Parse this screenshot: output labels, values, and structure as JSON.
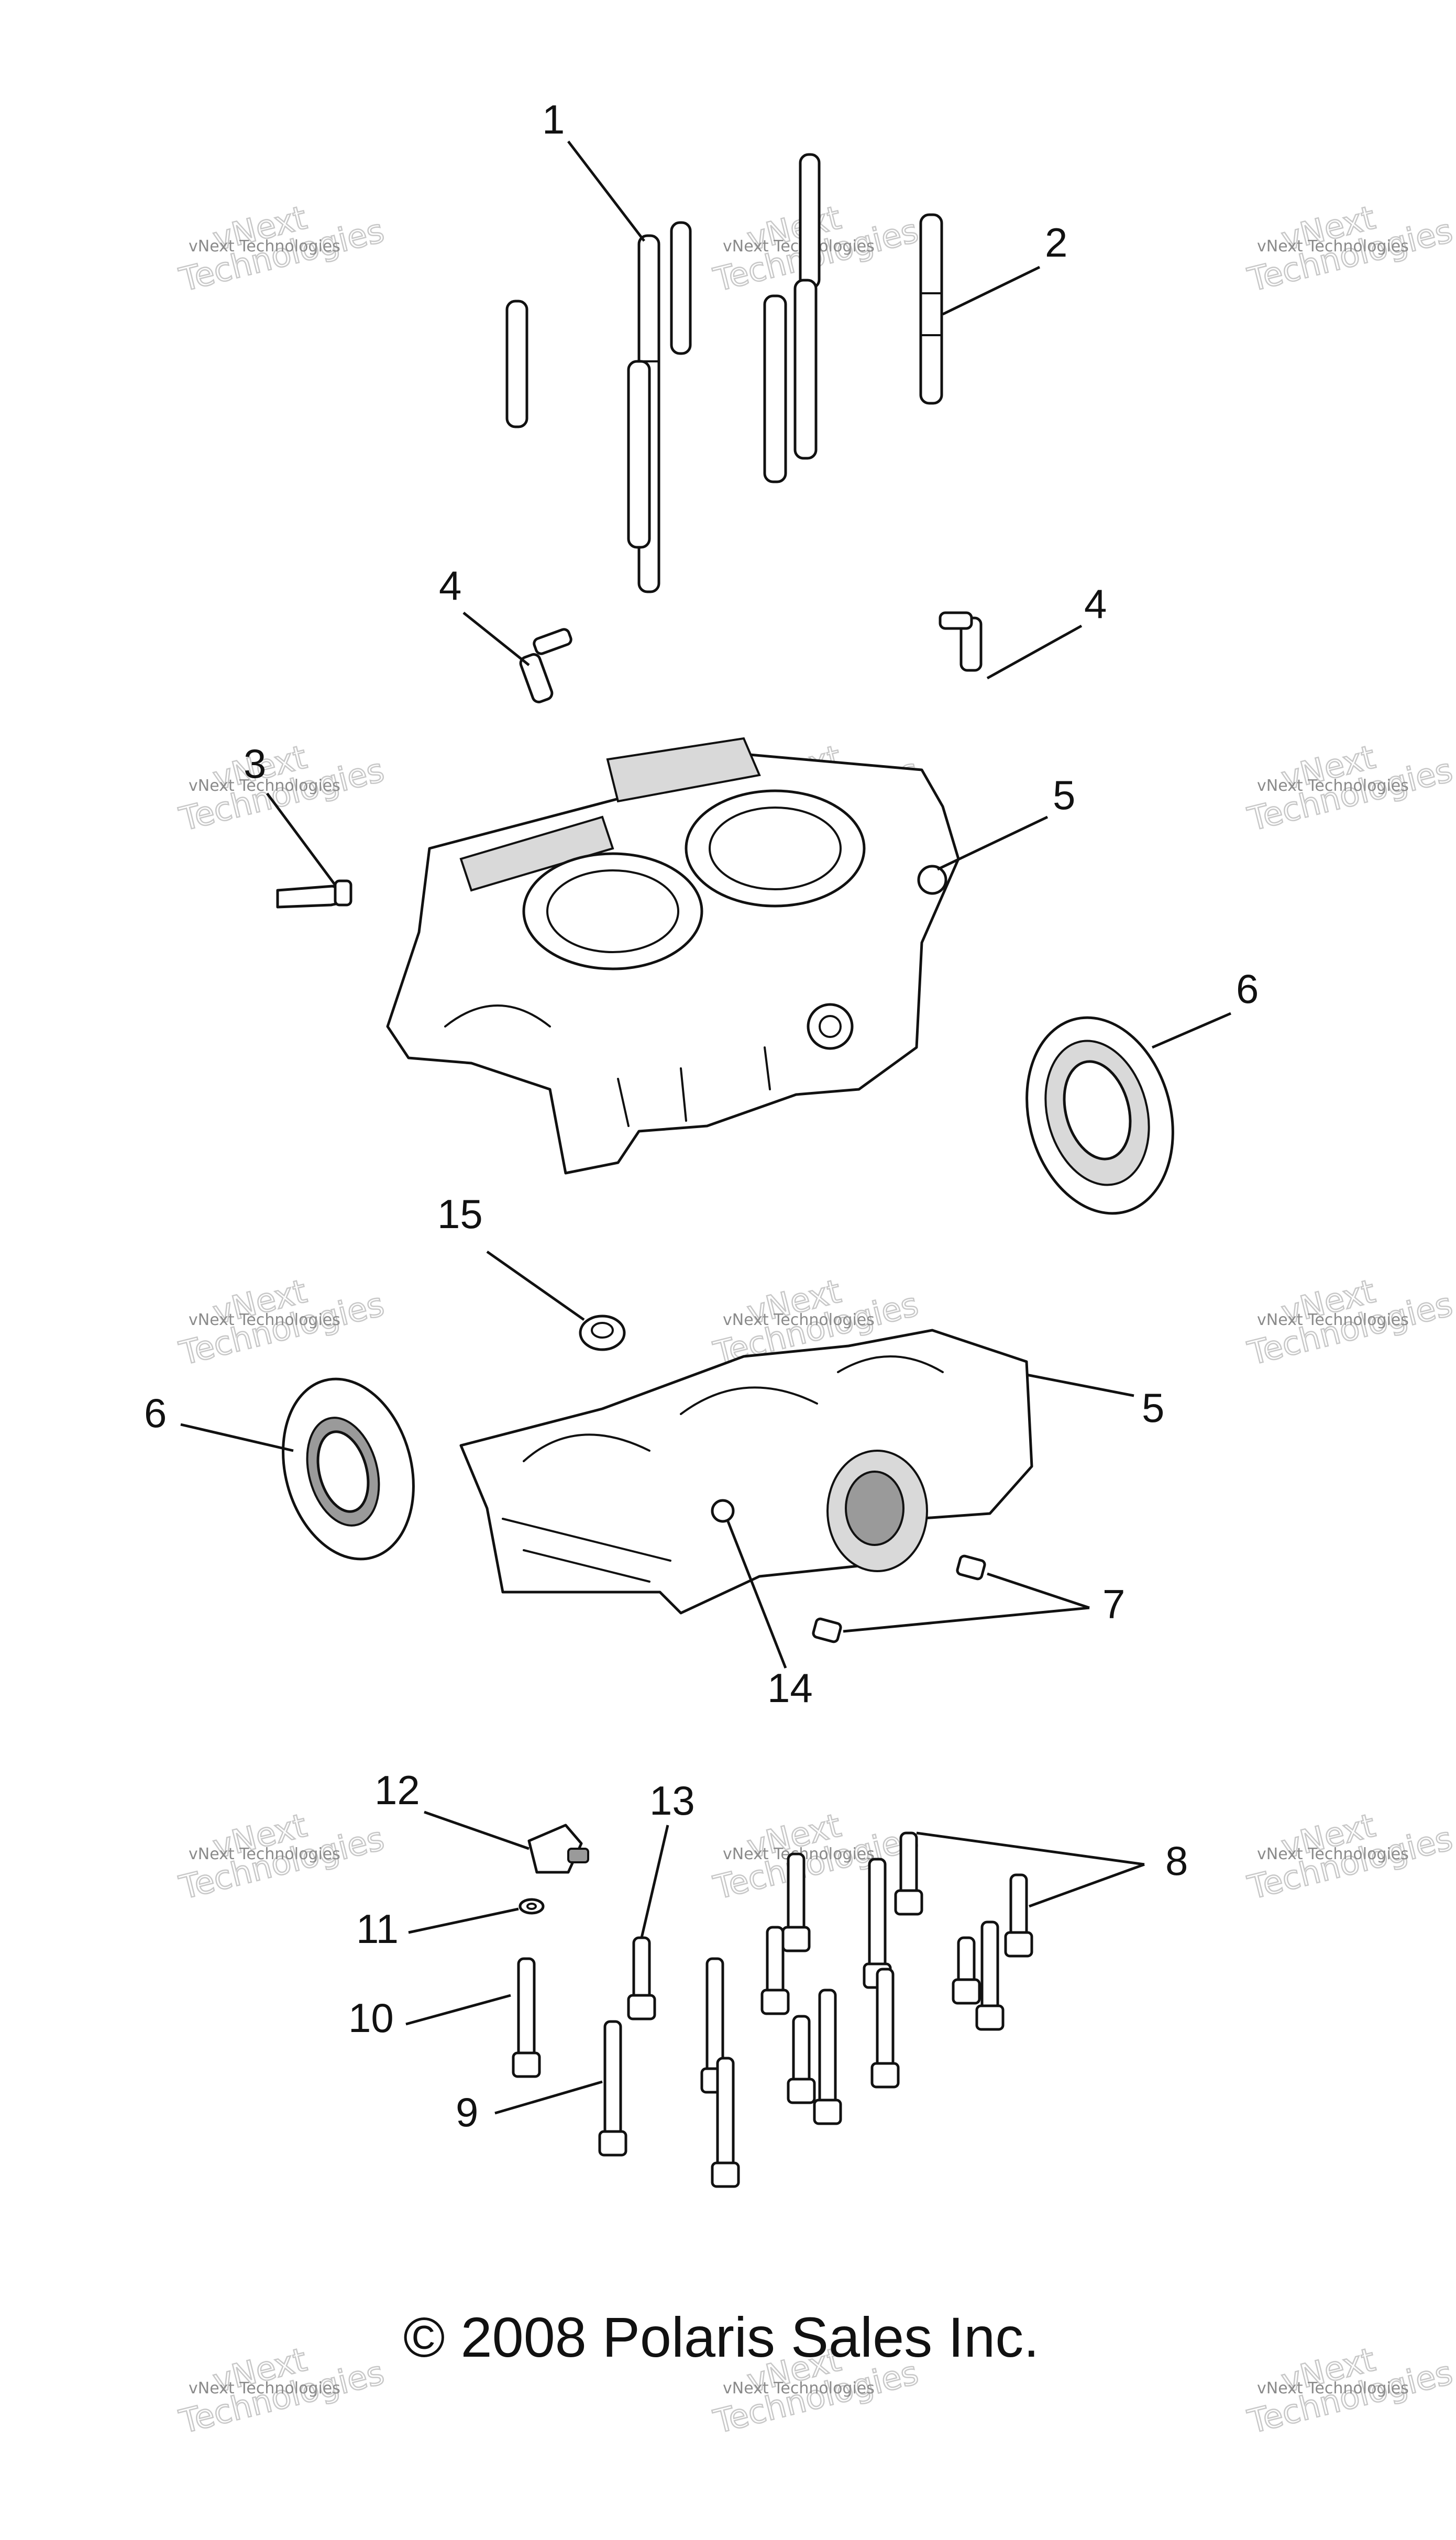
{
  "callouts": {
    "c1": "1",
    "c2": "2",
    "c3": "3",
    "c4a": "4",
    "c4b": "4",
    "c5a": "5",
    "c5b": "5",
    "c6a": "6",
    "c6b": "6",
    "c7": "7",
    "c8": "8",
    "c9": "9",
    "c10": "10",
    "c11": "11",
    "c12": "12",
    "c13": "13",
    "c14": "14",
    "c15": "15"
  },
  "watermark": {
    "line1": "vNext Technologies",
    "line2": "vNext",
    "line3": "Technologies"
  },
  "copyright": "© 2008 Polaris Sales Inc."
}
